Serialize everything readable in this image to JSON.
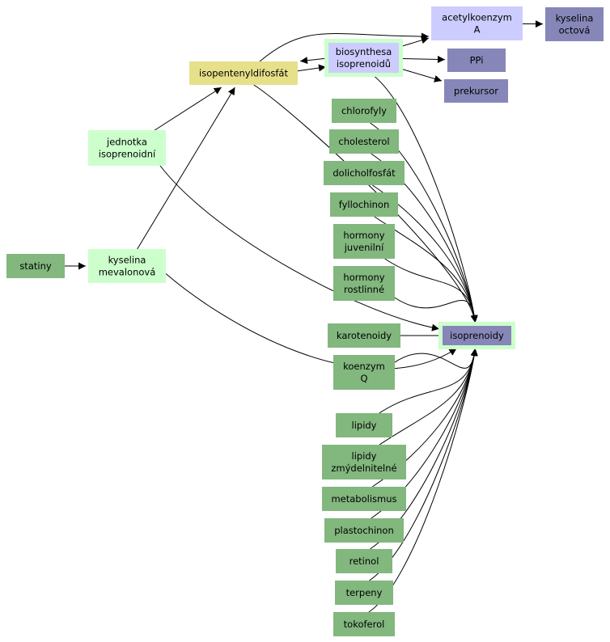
{
  "colors": {
    "green": "#82b77e",
    "light_green": "#ccffcc",
    "yellow": "#e6e08a",
    "lavender": "#ccccff",
    "purple": "#8687b8",
    "highlight": "#ccffcc"
  },
  "nodes": {
    "acetylkoenzym": {
      "lines": [
        "acetylkoenzym",
        "A"
      ],
      "color": "lavender"
    },
    "kyselina_octova": {
      "lines": [
        "kyselina",
        "octová"
      ],
      "color": "purple"
    },
    "biosynthesa": {
      "lines": [
        "biosynthesa",
        "isoprenoidů"
      ],
      "color": "lavender",
      "highlighted": true
    },
    "isopentenyldifosfat": {
      "lines": [
        "isopentenyldifosfát"
      ],
      "color": "yellow"
    },
    "ppi": {
      "lines": [
        "PPi"
      ],
      "color": "purple"
    },
    "prekursor": {
      "lines": [
        "prekursor"
      ],
      "color": "purple"
    },
    "jednotka": {
      "lines": [
        "jednotka",
        "isoprenoidní"
      ],
      "color": "light_green"
    },
    "statiny": {
      "lines": [
        "statiny"
      ],
      "color": "green"
    },
    "kyselina_mevalonova": {
      "lines": [
        "kyselina",
        "mevalonová"
      ],
      "color": "light_green"
    },
    "isoprenoidy": {
      "lines": [
        "isoprenoidy"
      ],
      "color": "purple",
      "highlighted": true
    },
    "chlorofyly": {
      "lines": [
        "chlorofyly"
      ],
      "color": "green"
    },
    "cholesterol": {
      "lines": [
        "cholesterol"
      ],
      "color": "green"
    },
    "dolicholfosfat": {
      "lines": [
        "dolicholfosfát"
      ],
      "color": "green"
    },
    "fyllochinon": {
      "lines": [
        "fyllochinon"
      ],
      "color": "green"
    },
    "hormony_juvenilni": {
      "lines": [
        "hormony",
        "juvenilní"
      ],
      "color": "green"
    },
    "hormony_rostlinne": {
      "lines": [
        "hormony",
        "rostlinné"
      ],
      "color": "green"
    },
    "karotenoidy": {
      "lines": [
        "karotenoidy"
      ],
      "color": "green"
    },
    "koenzym_q": {
      "lines": [
        "koenzym",
        "Q"
      ],
      "color": "green"
    },
    "lipidy": {
      "lines": [
        "lipidy"
      ],
      "color": "green"
    },
    "lipidy_zmydelnitelne": {
      "lines": [
        "lipidy",
        "zmýdelnitelné"
      ],
      "color": "green"
    },
    "metabolismus": {
      "lines": [
        "metabolismus"
      ],
      "color": "green"
    },
    "plastochinon": {
      "lines": [
        "plastochinon"
      ],
      "color": "green"
    },
    "retinol": {
      "lines": [
        "retinol"
      ],
      "color": "green"
    },
    "terpeny": {
      "lines": [
        "terpeny"
      ],
      "color": "green"
    },
    "tokoferol": {
      "lines": [
        "tokoferol"
      ],
      "color": "green"
    }
  },
  "edges": [
    [
      "acetylkoenzym",
      "kyselina_octova"
    ],
    [
      "isopentenyldifosfat",
      "acetylkoenzym"
    ],
    [
      "biosynthesa",
      "acetylkoenzym"
    ],
    [
      "biosynthesa",
      "isopentenyldifosfat"
    ],
    [
      "isopentenyldifosfat",
      "biosynthesa"
    ],
    [
      "biosynthesa",
      "ppi"
    ],
    [
      "biosynthesa",
      "prekursor"
    ],
    [
      "jednotka",
      "isopentenyldifosfat"
    ],
    [
      "kyselina_mevalonova",
      "isopentenyldifosfat"
    ],
    [
      "statiny",
      "kyselina_mevalonova"
    ],
    [
      "jednotka",
      "isoprenoidy"
    ],
    [
      "kyselina_mevalonova",
      "isoprenoidy"
    ],
    [
      "biosynthesa",
      "isoprenoidy"
    ],
    [
      "isopentenyldifosfat",
      "isoprenoidy"
    ],
    [
      "chlorofyly",
      "isoprenoidy"
    ],
    [
      "cholesterol",
      "isoprenoidy"
    ],
    [
      "dolicholfosfat",
      "isoprenoidy"
    ],
    [
      "fyllochinon",
      "isoprenoidy"
    ],
    [
      "hormony_juvenilni",
      "isoprenoidy"
    ],
    [
      "hormony_rostlinne",
      "isoprenoidy"
    ],
    [
      "karotenoidy",
      "isoprenoidy"
    ],
    [
      "koenzym_q",
      "isoprenoidy"
    ],
    [
      "lipidy",
      "isoprenoidy"
    ],
    [
      "lipidy_zmydelnitelne",
      "isoprenoidy"
    ],
    [
      "metabolismus",
      "isoprenoidy"
    ],
    [
      "plastochinon",
      "isoprenoidy"
    ],
    [
      "retinol",
      "isoprenoidy"
    ],
    [
      "terpeny",
      "isoprenoidy"
    ],
    [
      "tokoferol",
      "isoprenoidy"
    ]
  ]
}
